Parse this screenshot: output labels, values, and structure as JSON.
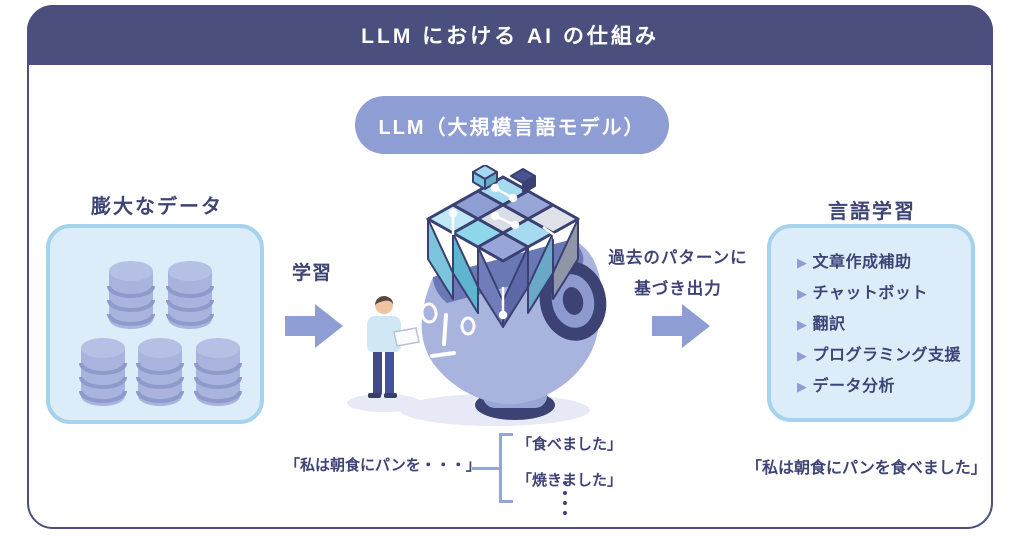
{
  "header": {
    "title": "LLM における AI の仕組み"
  },
  "badge": {
    "label": "LLM（大規模言語モデル）"
  },
  "left_section": {
    "title": "膨大なデータ",
    "icon": "database-icon",
    "icon_count": 5
  },
  "flow": {
    "input_arrow_label": "学習",
    "output_label_line1": "過去のパターンに",
    "output_label_line2": "基づき出力"
  },
  "right_section": {
    "title": "言語学習",
    "bullet_glyph": "▶",
    "items": [
      "文章作成補助",
      "チャットボット",
      "翻訳",
      "プログラミング支援",
      "データ分析"
    ]
  },
  "example": {
    "prompt": "「私は朝食にパンを・・・」",
    "candidates": [
      "「食べました」",
      "「焼きました」"
    ],
    "result": "「私は朝食にパンを食べました」"
  },
  "colors": {
    "navy_text": "#3e4476",
    "header_bg": "#4a4f7d",
    "accent_periwinkle": "#8e9dd3",
    "box_fill": "#dcedf9",
    "box_border": "#a5d2ec",
    "cylinder": "#a9b3dd",
    "bracket": "#93a5da"
  }
}
